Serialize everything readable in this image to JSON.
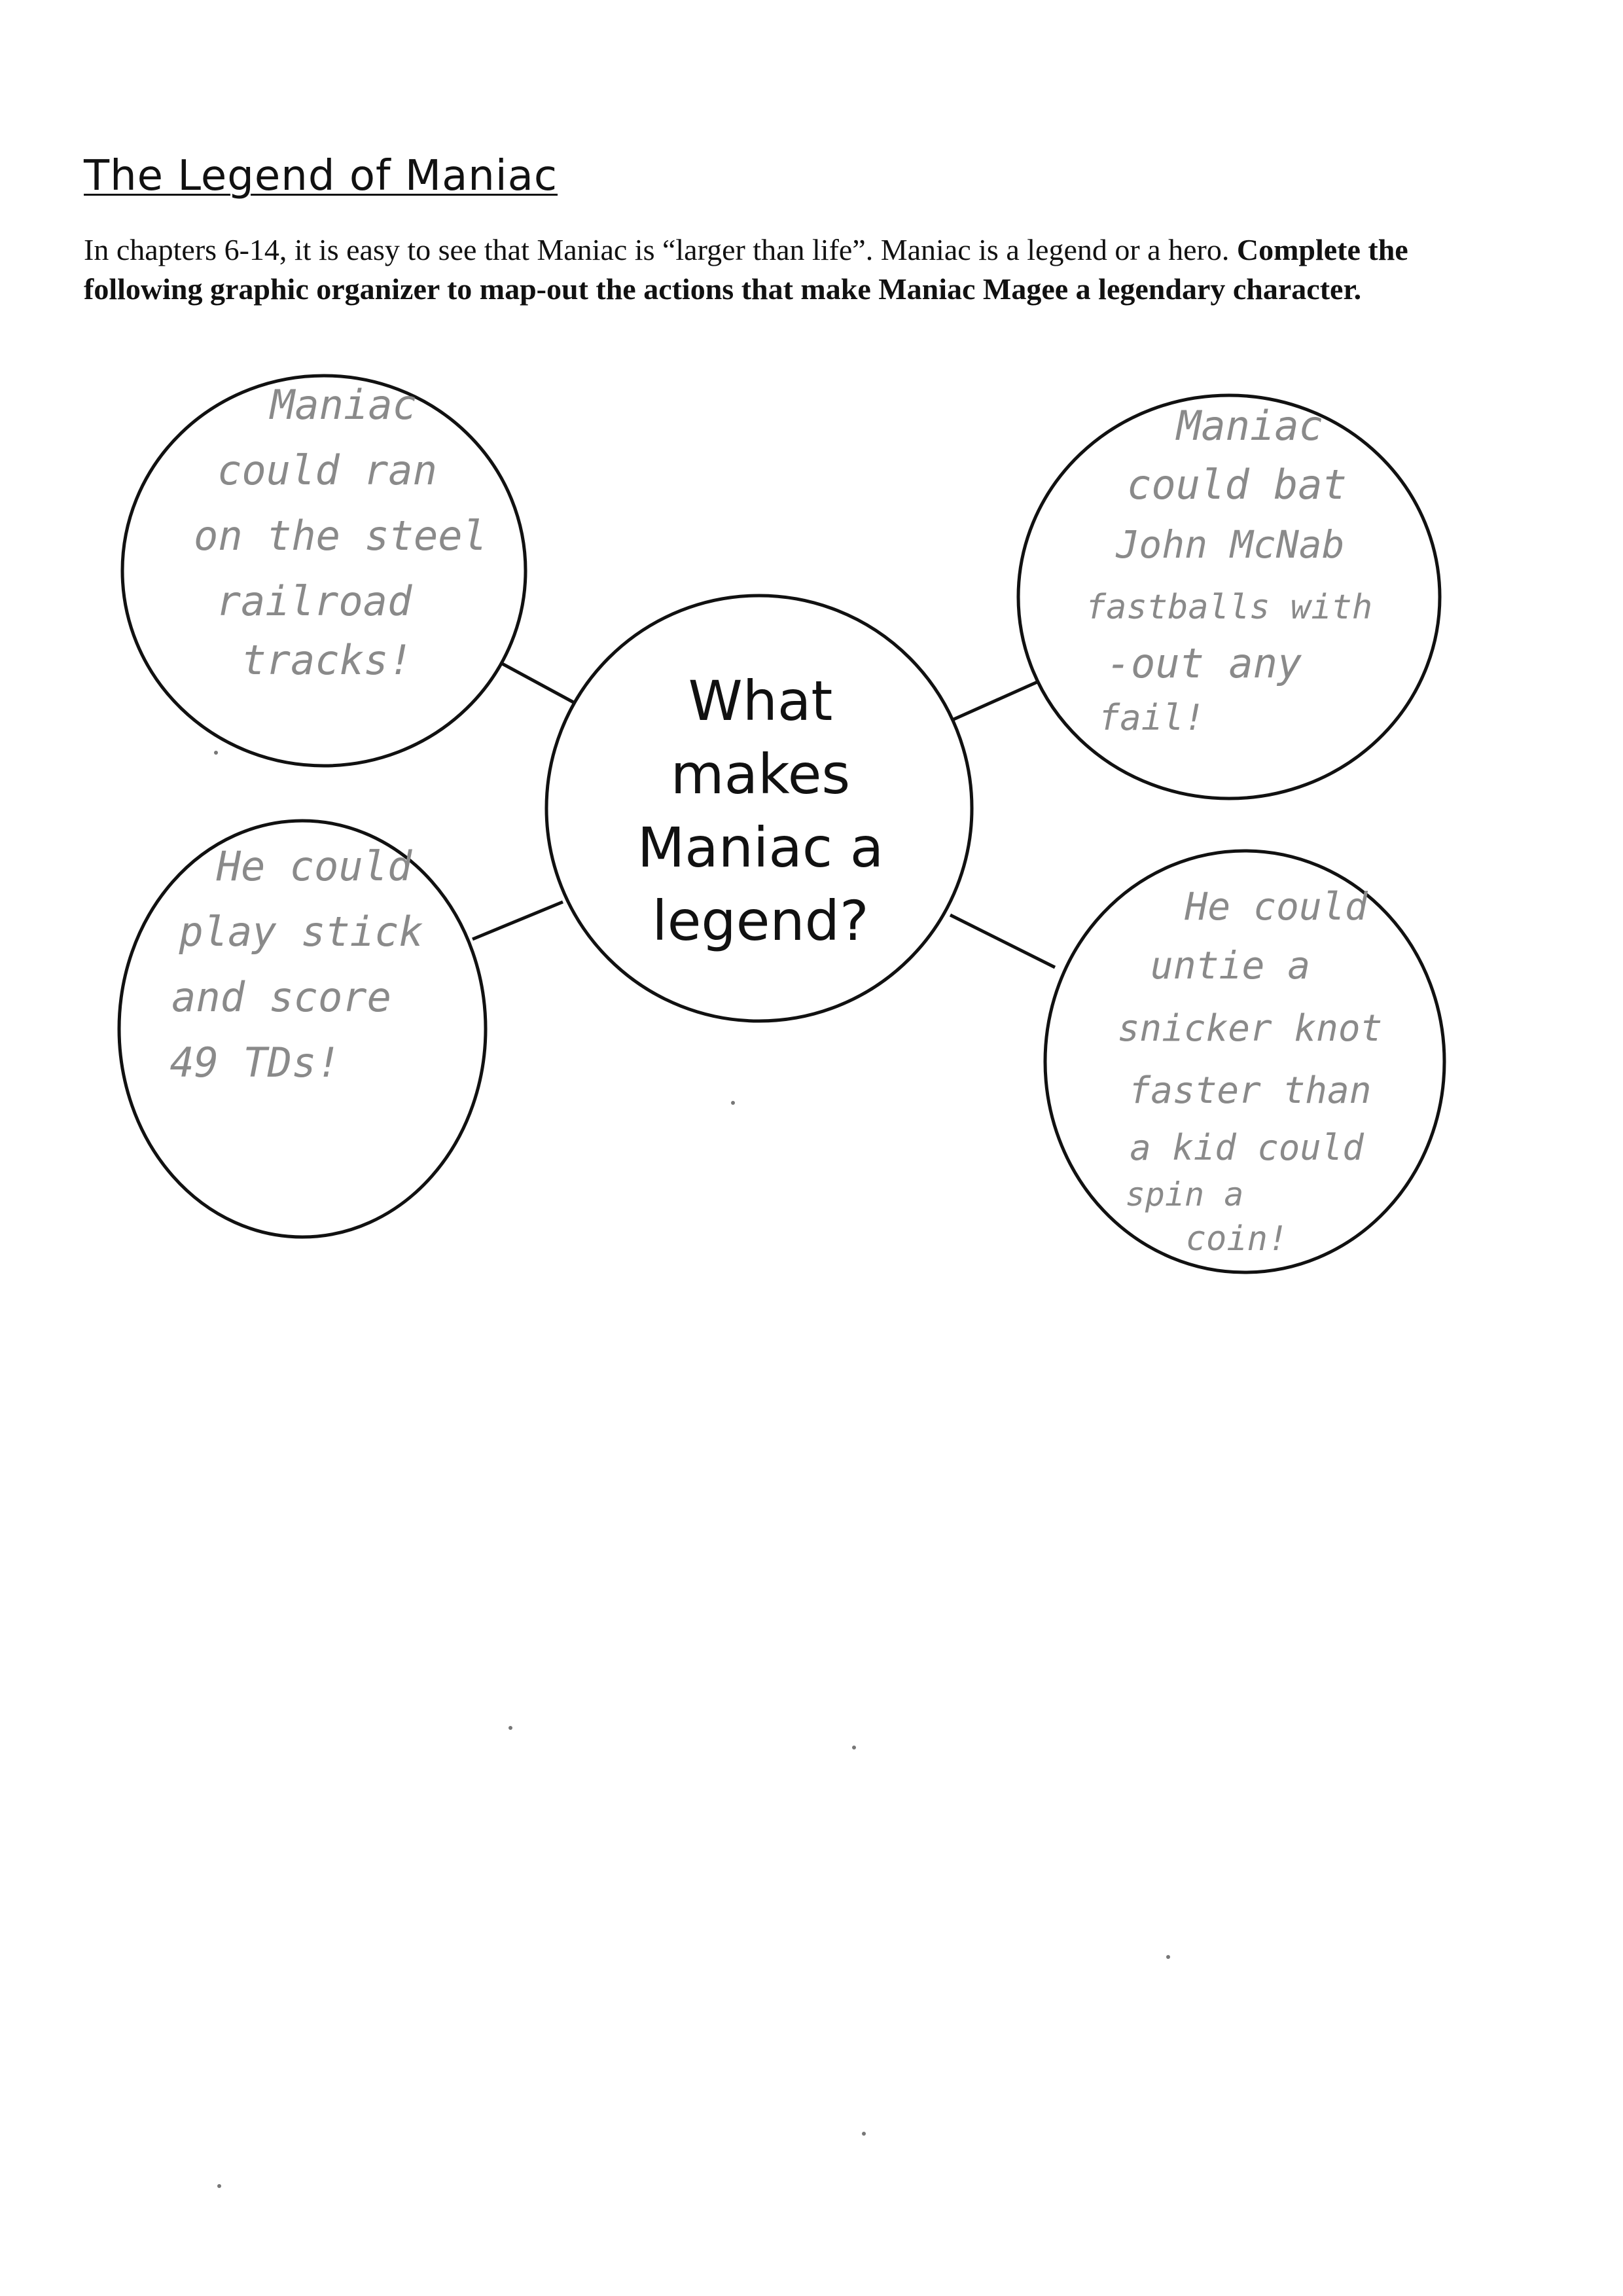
{
  "document": {
    "title": "The Legend of Maniac",
    "intro_regular": "In chapters 6-14, it is easy to see that Maniac is “larger than life”. Maniac is a legend or a hero. ",
    "intro_bold": "Complete the following graphic organizer to map-out the actions that make Maniac Magee a legendary character."
  },
  "organizer": {
    "center_lines": [
      "What",
      "makes",
      "Maniac a",
      "legend?"
    ],
    "answers": {
      "top_left": [
        "Maniac",
        "could ran",
        "on the steel",
        "railroad",
        "tracks!"
      ],
      "top_right": [
        "Maniac",
        "could bat",
        "John McNab",
        "fastballs with",
        "-out any",
        "fail!"
      ],
      "bottom_left": [
        "He could",
        "play stick",
        "and score",
        "49 TDs!"
      ],
      "bottom_right": [
        "He could",
        "untie a",
        "snicker knot",
        "faster than",
        "a kid could",
        "spin a",
        "coin!"
      ]
    }
  },
  "colors": {
    "ink": "#111111",
    "pencil": "#8a8a8a"
  }
}
